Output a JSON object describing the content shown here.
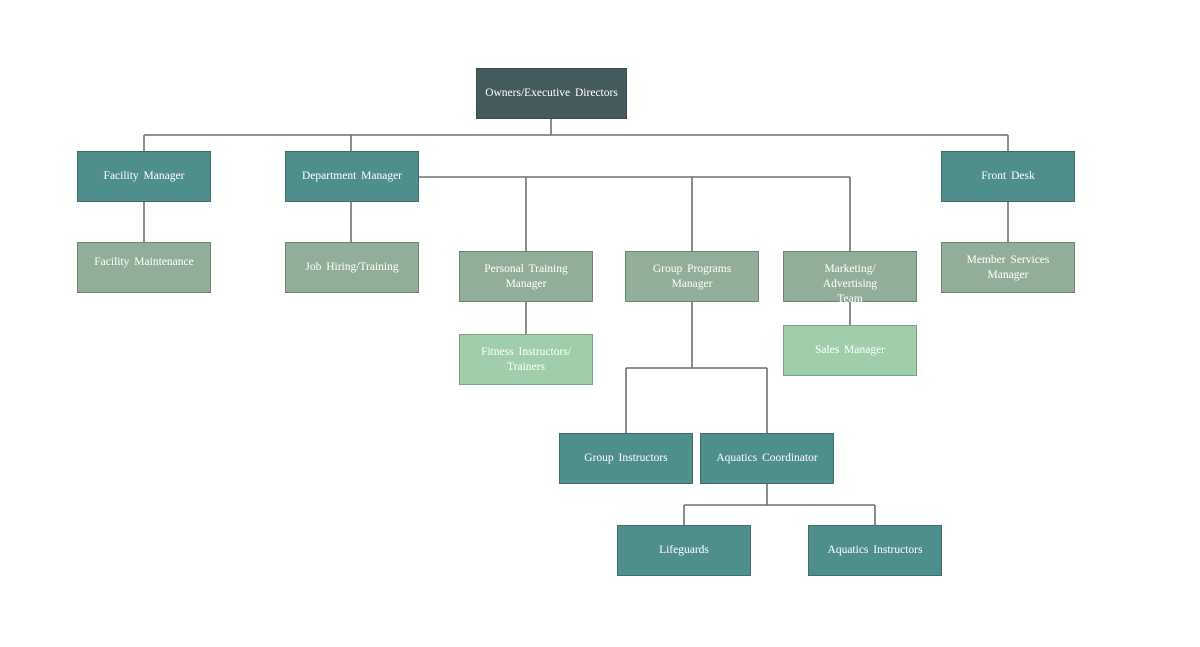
{
  "colors": {
    "dark": "#455a5c",
    "teal": "#4f8f8b",
    "sage": "#93ae98",
    "mint": "#a1ceaa",
    "connector": "#6f6f6f"
  },
  "nodes": {
    "owners": {
      "label": "Owners/Executive   Directors",
      "tone": "dark"
    },
    "facility_manager": {
      "label": "Facility Manager",
      "tone": "teal"
    },
    "department_manager": {
      "label": "Department   Manager",
      "tone": "teal"
    },
    "front_desk": {
      "label": "Front Desk",
      "tone": "teal"
    },
    "facility_maintenance": {
      "label": "Facility Maintenance",
      "tone": "sage"
    },
    "job_hiring": {
      "label": "Job Hiring/Training",
      "tone": "sage"
    },
    "personal_training": {
      "label": "Personal  Training\nManager",
      "tone": "sage"
    },
    "group_programs": {
      "label": "Group  Programs  Manager",
      "tone": "sage"
    },
    "marketing": {
      "label": "Marketing/\nAdvertising\nTeam",
      "tone": "sage"
    },
    "member_services": {
      "label": "Member  Services\nManager",
      "tone": "sage"
    },
    "fitness_instructors": {
      "label": "Fitness  Instructors/\nTrainers",
      "tone": "mint"
    },
    "sales_manager": {
      "label": "Sales Manager",
      "tone": "mint"
    },
    "group_instructors": {
      "label": "Group  Instructors",
      "tone": "teal"
    },
    "aquatics_coordinator": {
      "label": "Aquatics  Coordinator",
      "tone": "teal"
    },
    "lifeguards": {
      "label": "Lifeguards",
      "tone": "teal"
    },
    "aquatics_instructors": {
      "label": "Aquatics  Instructors",
      "tone": "teal"
    }
  }
}
